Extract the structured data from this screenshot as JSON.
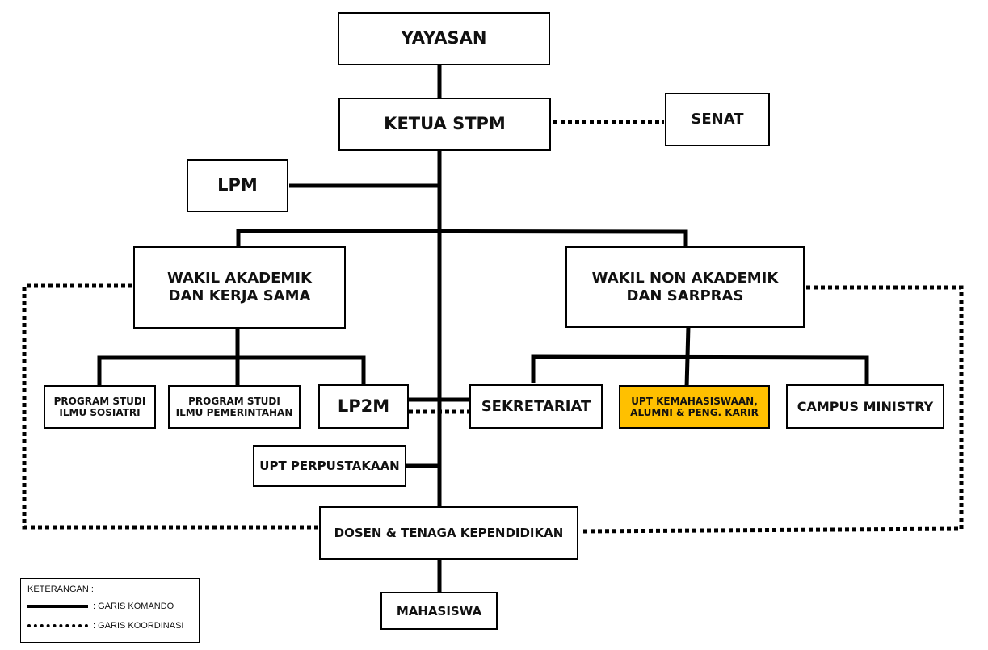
{
  "diagram": {
    "type": "organizational-chart",
    "nodes": {
      "yayasan": "YAYASAN",
      "ketua": "KETUA STPM",
      "senat": "SENAT",
      "lpm": "LPM",
      "wakil_akademik": "WAKIL AKADEMIK\nDAN KERJA SAMA",
      "wakil_non_akademik": "WAKIL NON AKADEMIK\nDAN SARPRAS",
      "prodi_sosiatri": "PROGRAM STUDI\nILMU SOSIATRI",
      "prodi_pemerintahan": "PROGRAM STUDI\nILMU PEMERINTAHAN",
      "lp2m": "LP2M",
      "sekretariat": "SEKRETARIAT",
      "upt_kemahasiswaan": "UPT KEMAHASISWAAN,\nALUMNI & PENG. KARIR",
      "campus_ministry": "CAMPUS MINISTRY",
      "upt_perpustakaan": "UPT PERPUSTAKAAN",
      "dosen": "DOSEN & TENAGA KEPENDIDIKAN",
      "mahasiswa": "MAHASISWA"
    },
    "highlight_color": "#FFC000",
    "edges_command": [
      [
        "yayasan",
        "ketua"
      ],
      [
        "ketua",
        "lpm"
      ],
      [
        "ketua",
        "wakil_akademik"
      ],
      [
        "ketua",
        "wakil_non_akademik"
      ],
      [
        "wakil_akademik",
        "prodi_sosiatri"
      ],
      [
        "wakil_akademik",
        "prodi_pemerintahan"
      ],
      [
        "wakil_akademik",
        "lp2m"
      ],
      [
        "wakil_non_akademik",
        "sekretariat"
      ],
      [
        "wakil_non_akademik",
        "upt_kemahasiswaan"
      ],
      [
        "wakil_non_akademik",
        "campus_ministry"
      ],
      [
        "ketua",
        "sekretariat"
      ],
      [
        "ketua",
        "upt_perpustakaan"
      ],
      [
        "ketua",
        "dosen"
      ],
      [
        "dosen",
        "mahasiswa"
      ]
    ],
    "edges_coordination": [
      [
        "ketua",
        "senat"
      ],
      [
        "lp2m",
        "sekretariat"
      ],
      [
        "wakil_akademik",
        "dosen"
      ],
      [
        "wakil_non_akademik",
        "dosen"
      ]
    ]
  },
  "legend": {
    "title": "KETERANGAN :",
    "command_label": ": GARIS KOMANDO",
    "coordination_label": ": GARIS KOORDINASI"
  }
}
